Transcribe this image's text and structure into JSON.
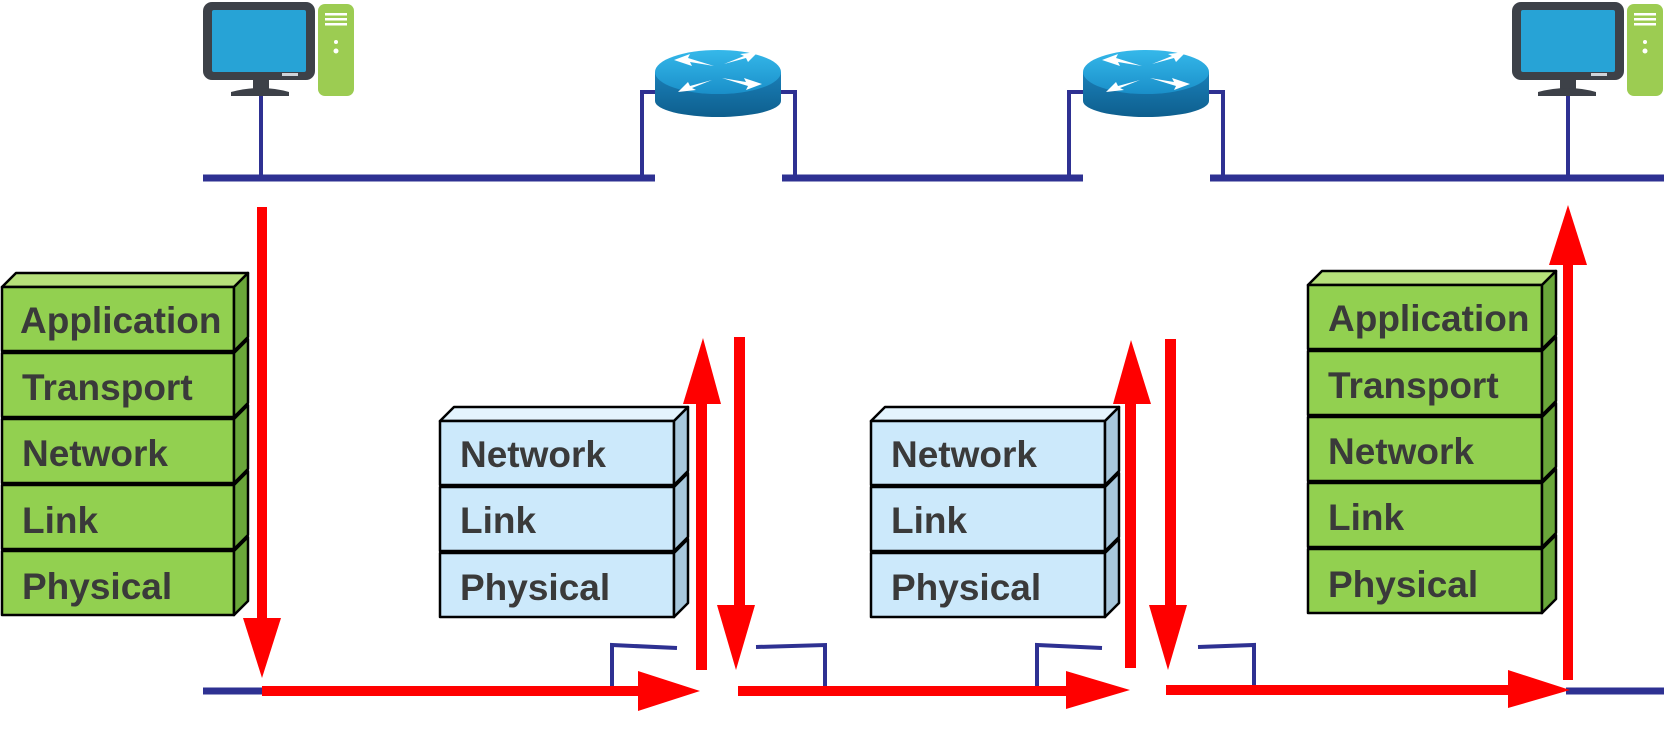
{
  "colors": {
    "host_layer": "#92d050",
    "router_layer": "#cce9fb",
    "wire": "#2e3192",
    "flow_arrow": "#ff0000",
    "router_body": "#1f9bd7",
    "monitor_screen": "#27a3d6",
    "tower": "#9ccc52"
  },
  "icons": {
    "left_host": [
      "monitor-icon",
      "pc-tower-icon"
    ],
    "router_1": "router-icon",
    "router_2": "router-icon",
    "right_host": [
      "monitor-icon",
      "pc-tower-icon"
    ]
  },
  "left_host_stack": {
    "layers": [
      "Application",
      "Transport",
      "Network",
      "Link",
      "Physical"
    ]
  },
  "router_1_stack": {
    "layers": [
      "Network",
      "Link",
      "Physical"
    ]
  },
  "router_2_stack": {
    "layers": [
      "Network",
      "Link",
      "Physical"
    ]
  },
  "right_host_stack": {
    "layers": [
      "Application",
      "Transport",
      "Network",
      "Link",
      "Physical"
    ]
  }
}
